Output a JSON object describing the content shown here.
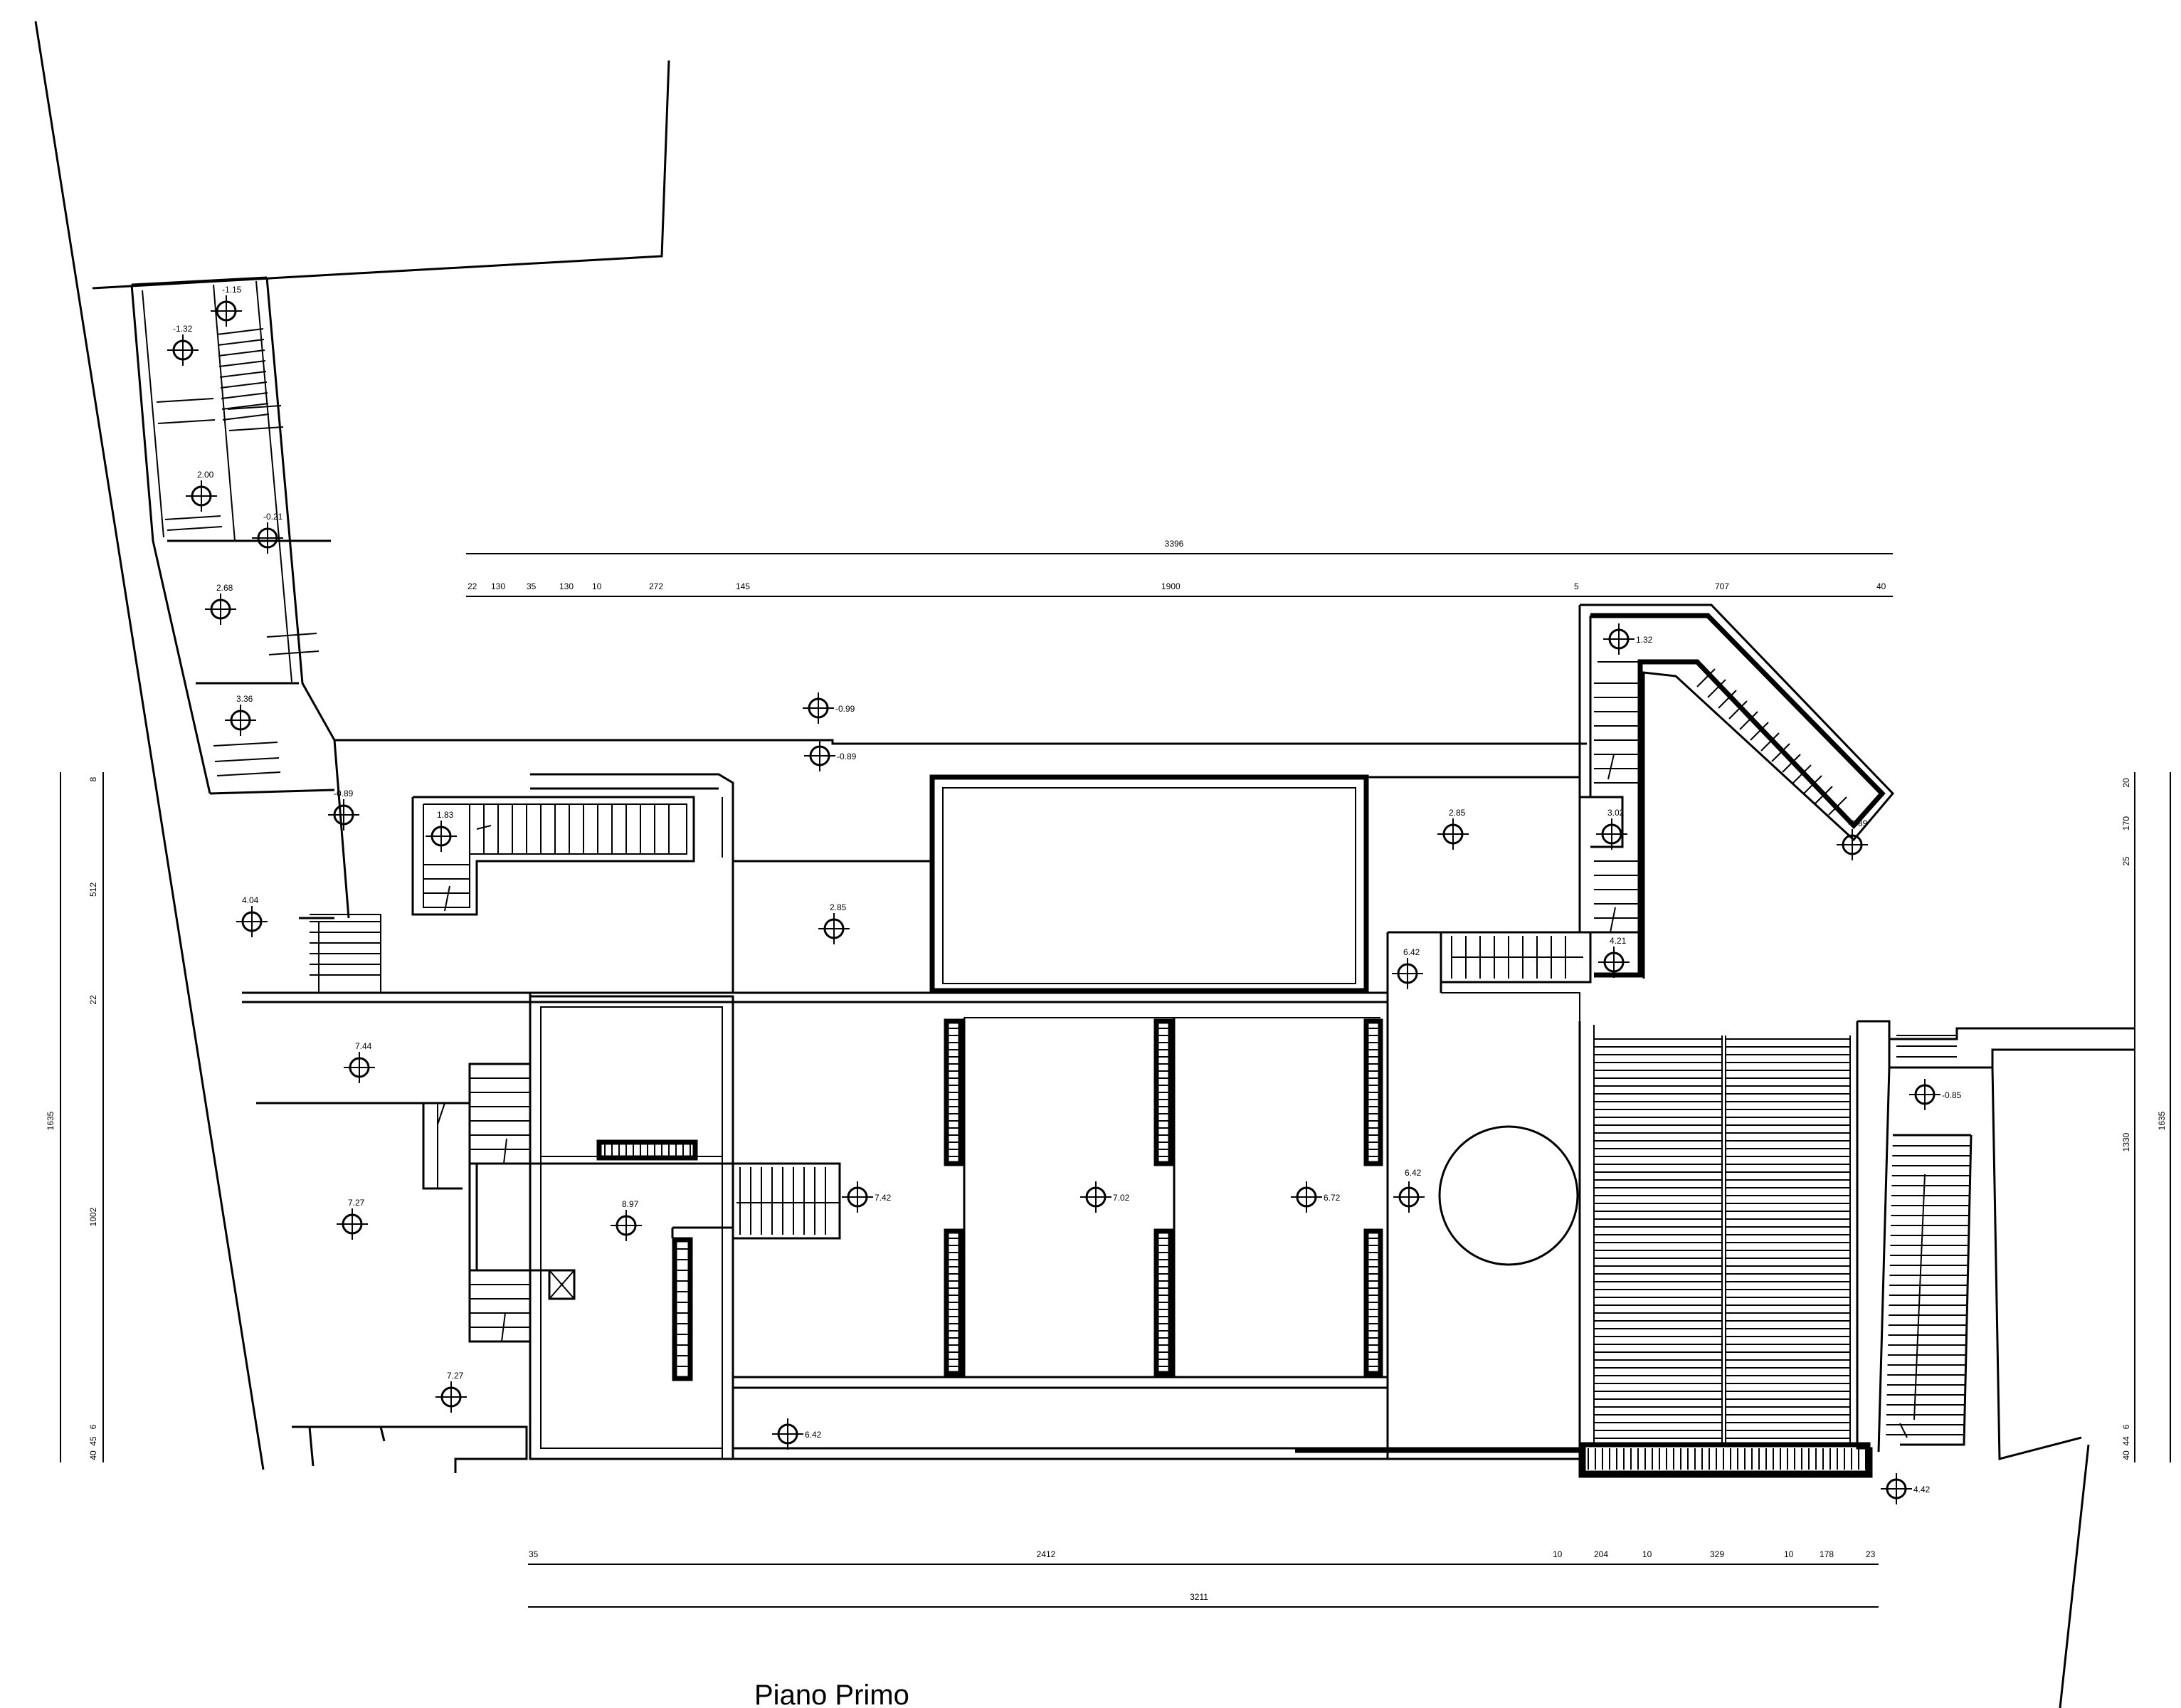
{
  "drawing": {
    "title": "Piano Primo",
    "levels": [
      "-1.15",
      "-1.32",
      "2.00",
      "-0.21",
      "2.68",
      "3.36",
      "-0.89",
      "1.83",
      "4.04",
      "-0.99",
      "-0.89",
      "2.85",
      "2.85",
      "1.32",
      "3.02",
      "-0.89",
      "6.42",
      "4.21",
      "7.44",
      "7.27",
      "8.97",
      "7.42",
      "7.02",
      "6.72",
      "6.42",
      "-0.85",
      "7.27",
      "6.42",
      "4.42"
    ],
    "dims_top": {
      "total": "3396",
      "parts": [
        "22",
        "130",
        "35",
        "130",
        "10",
        "272",
        "145",
        "1900",
        "5",
        "707",
        "40"
      ]
    },
    "dims_bottom": {
      "total": "3211",
      "parts": [
        "35",
        "2412",
        "10",
        "204",
        "10",
        "329",
        "10",
        "178",
        "23"
      ]
    },
    "dims_left": {
      "total": "1635",
      "parts": [
        "8",
        "512",
        "22",
        "1002",
        "40",
        "45",
        "6"
      ]
    },
    "dims_right": {
      "total": "1635",
      "parts": [
        "20",
        "170",
        "25",
        "1330",
        "40",
        "44",
        "6"
      ]
    }
  }
}
